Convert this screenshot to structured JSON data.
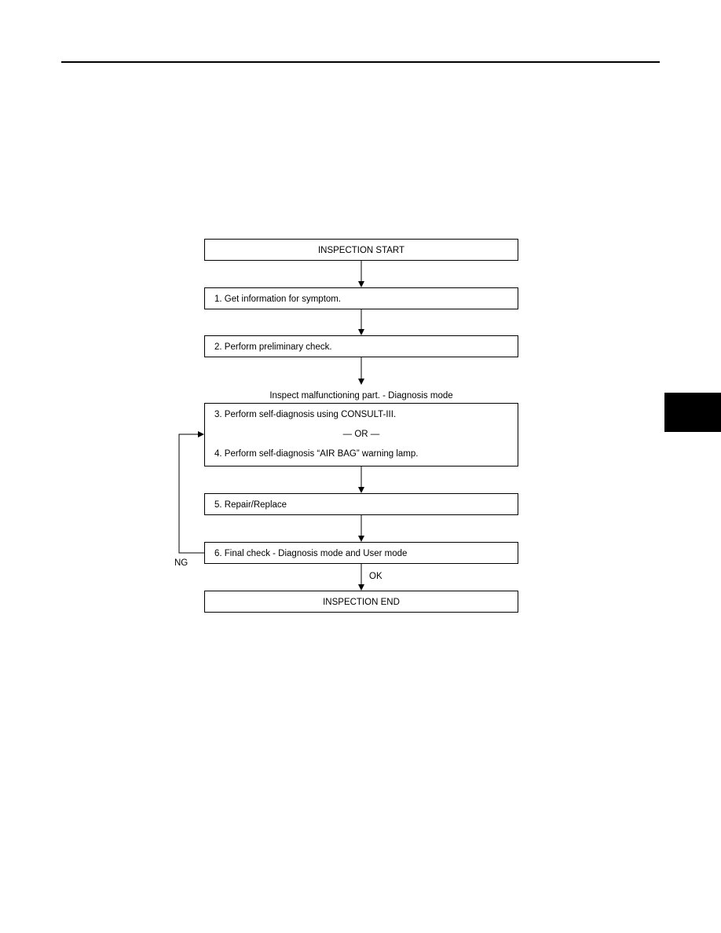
{
  "flowchart": {
    "start": "INSPECTION START",
    "step1": "1. Get information for symptom.",
    "step2": "2. Perform preliminary check.",
    "inspect_label": "Inspect malfunctioning part. - Diagnosis mode",
    "step3": "3. Perform self-diagnosis using CONSULT-III.",
    "or_label": "— OR —",
    "step4": "4. Perform self-diagnosis “AIR BAG” warning lamp.",
    "step5": "5. Repair/Replace",
    "step6": "6. Final check - Diagnosis mode and User mode",
    "ng_label": "NG",
    "ok_label": "OK",
    "end": "INSPECTION END"
  }
}
